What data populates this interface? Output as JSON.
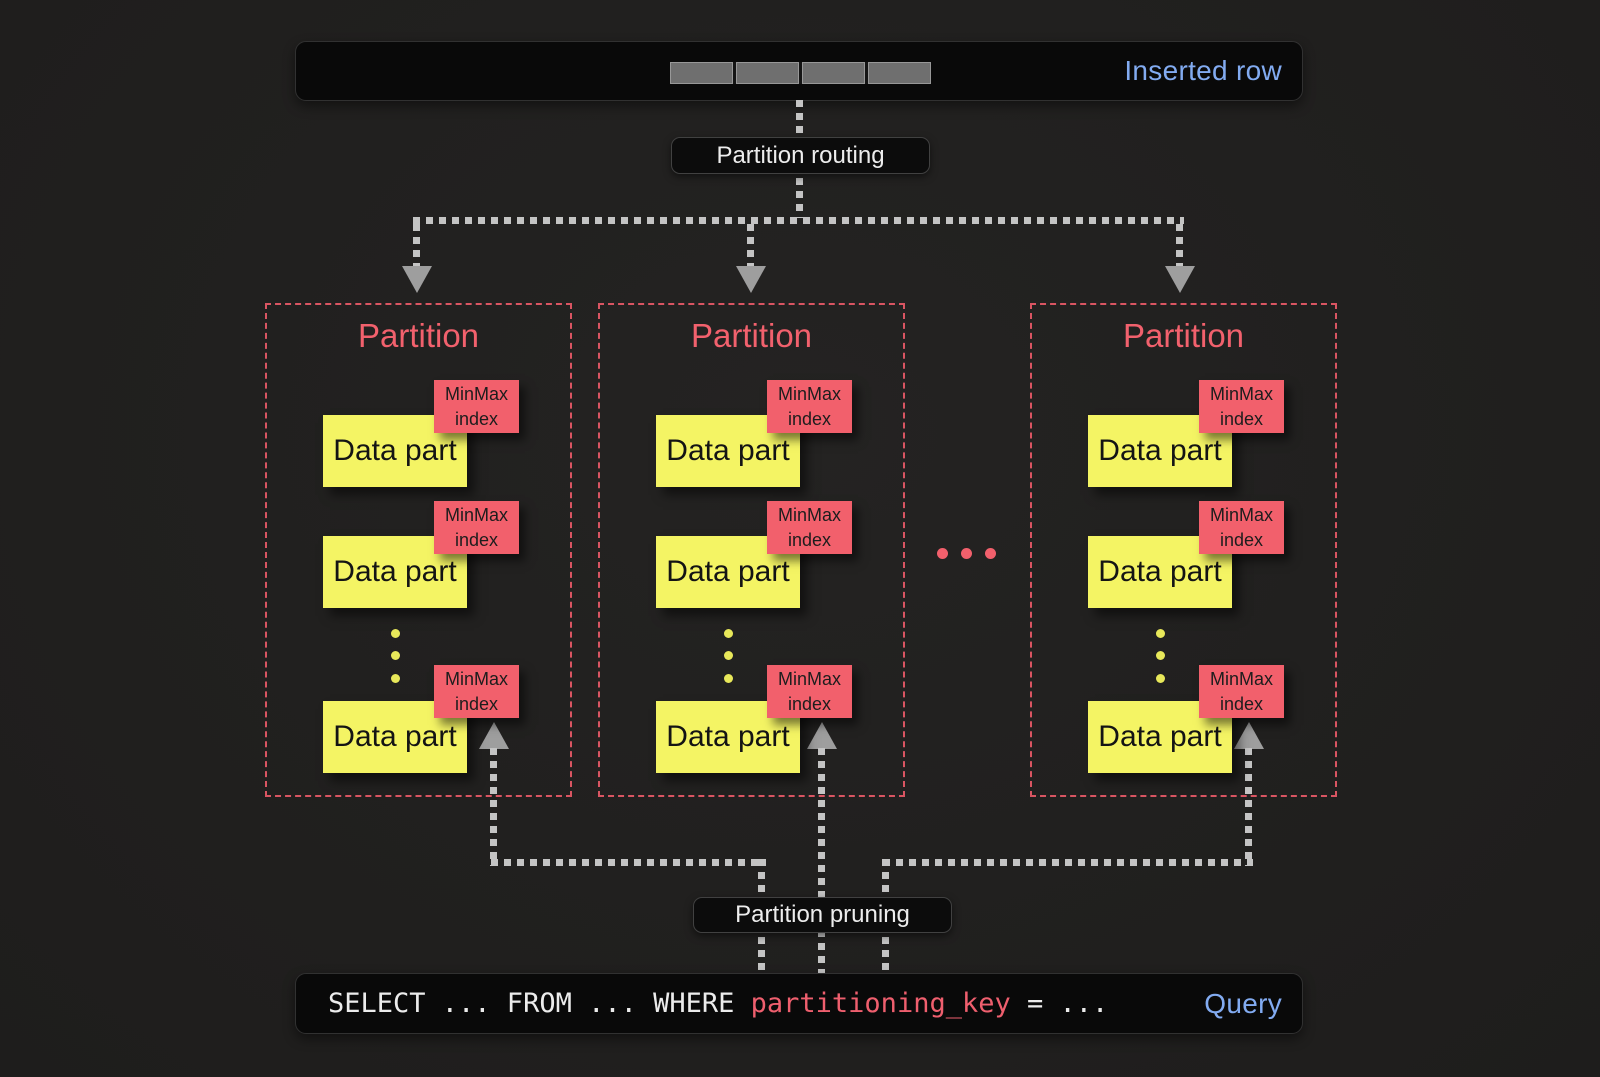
{
  "inserted_row": {
    "label": "Inserted row",
    "segment_count": 4
  },
  "flow_labels": {
    "routing": "Partition routing",
    "pruning": "Partition pruning"
  },
  "partitions": [
    {
      "title": "Partition",
      "data_parts": [
        {
          "label": "Data part",
          "index_label": "MinMax index"
        },
        {
          "label": "Data part",
          "index_label": "MinMax index"
        },
        {
          "label": "Data part",
          "index_label": "MinMax index"
        }
      ]
    },
    {
      "title": "Partition",
      "data_parts": [
        {
          "label": "Data part",
          "index_label": "MinMax index"
        },
        {
          "label": "Data part",
          "index_label": "MinMax index"
        },
        {
          "label": "Data part",
          "index_label": "MinMax index"
        }
      ]
    },
    {
      "title": "Partition",
      "data_parts": [
        {
          "label": "Data part",
          "index_label": "MinMax index"
        },
        {
          "label": "Data part",
          "index_label": "MinMax index"
        },
        {
          "label": "Data part",
          "index_label": "MinMax index"
        }
      ]
    }
  ],
  "query": {
    "prefix": "SELECT ... FROM ... WHERE ",
    "key": "partitioning_key",
    "suffix": " = ...",
    "label": "Query"
  },
  "colors": {
    "accent_blue": "#82abf1",
    "accent_red": "#f2606c",
    "accent_yellow": "#f4f464",
    "connector_gray": "#c4c4c4",
    "partition_border": "#d95562"
  }
}
